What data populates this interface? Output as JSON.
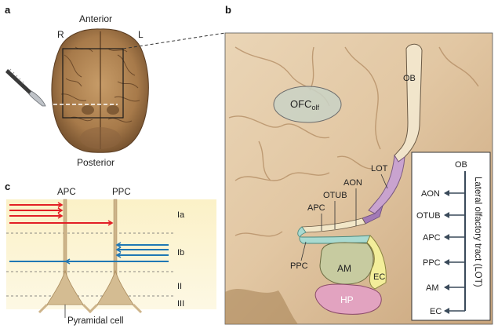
{
  "panel_a": {
    "letter": "a",
    "anterior": "Anterior",
    "posterior": "Posterior",
    "right": "R",
    "left": "L"
  },
  "panel_b": {
    "letter": "b",
    "ofc": "OFC",
    "ofc_sub": "olf",
    "ob": "OB",
    "lot": "LOT",
    "aon": "AON",
    "otub": "OTUB",
    "apc": "APC",
    "ppc": "PPC",
    "am": "AM",
    "ec": "EC",
    "hp": "HP",
    "legend": {
      "top": "OB",
      "items": [
        "AON",
        "OTUB",
        "APC",
        "PPC",
        "AM",
        "EC"
      ],
      "tract": "Lateral olfactory tract (LOT)"
    }
  },
  "panel_c": {
    "letter": "c",
    "apc": "APC",
    "ppc": "PPC",
    "layers": [
      "Ia",
      "Ib",
      "II",
      "III"
    ],
    "pyramidal": "Pyramidal cell"
  },
  "colors": {
    "red_fibers": "#e21f26",
    "blue_fibers": "#1f77b4",
    "neuron": "#cdb48a",
    "layer_band": "#fbf3cf",
    "ob_tract": "#c9a3cf",
    "apc_region": "#f2e7c8",
    "ppc_region": "#a9dad0",
    "am_region": "#c7cba0",
    "ec_region": "#f3ee9a",
    "hp_region": "#e2a3c0",
    "ofc_region": "#c9d2c6"
  }
}
